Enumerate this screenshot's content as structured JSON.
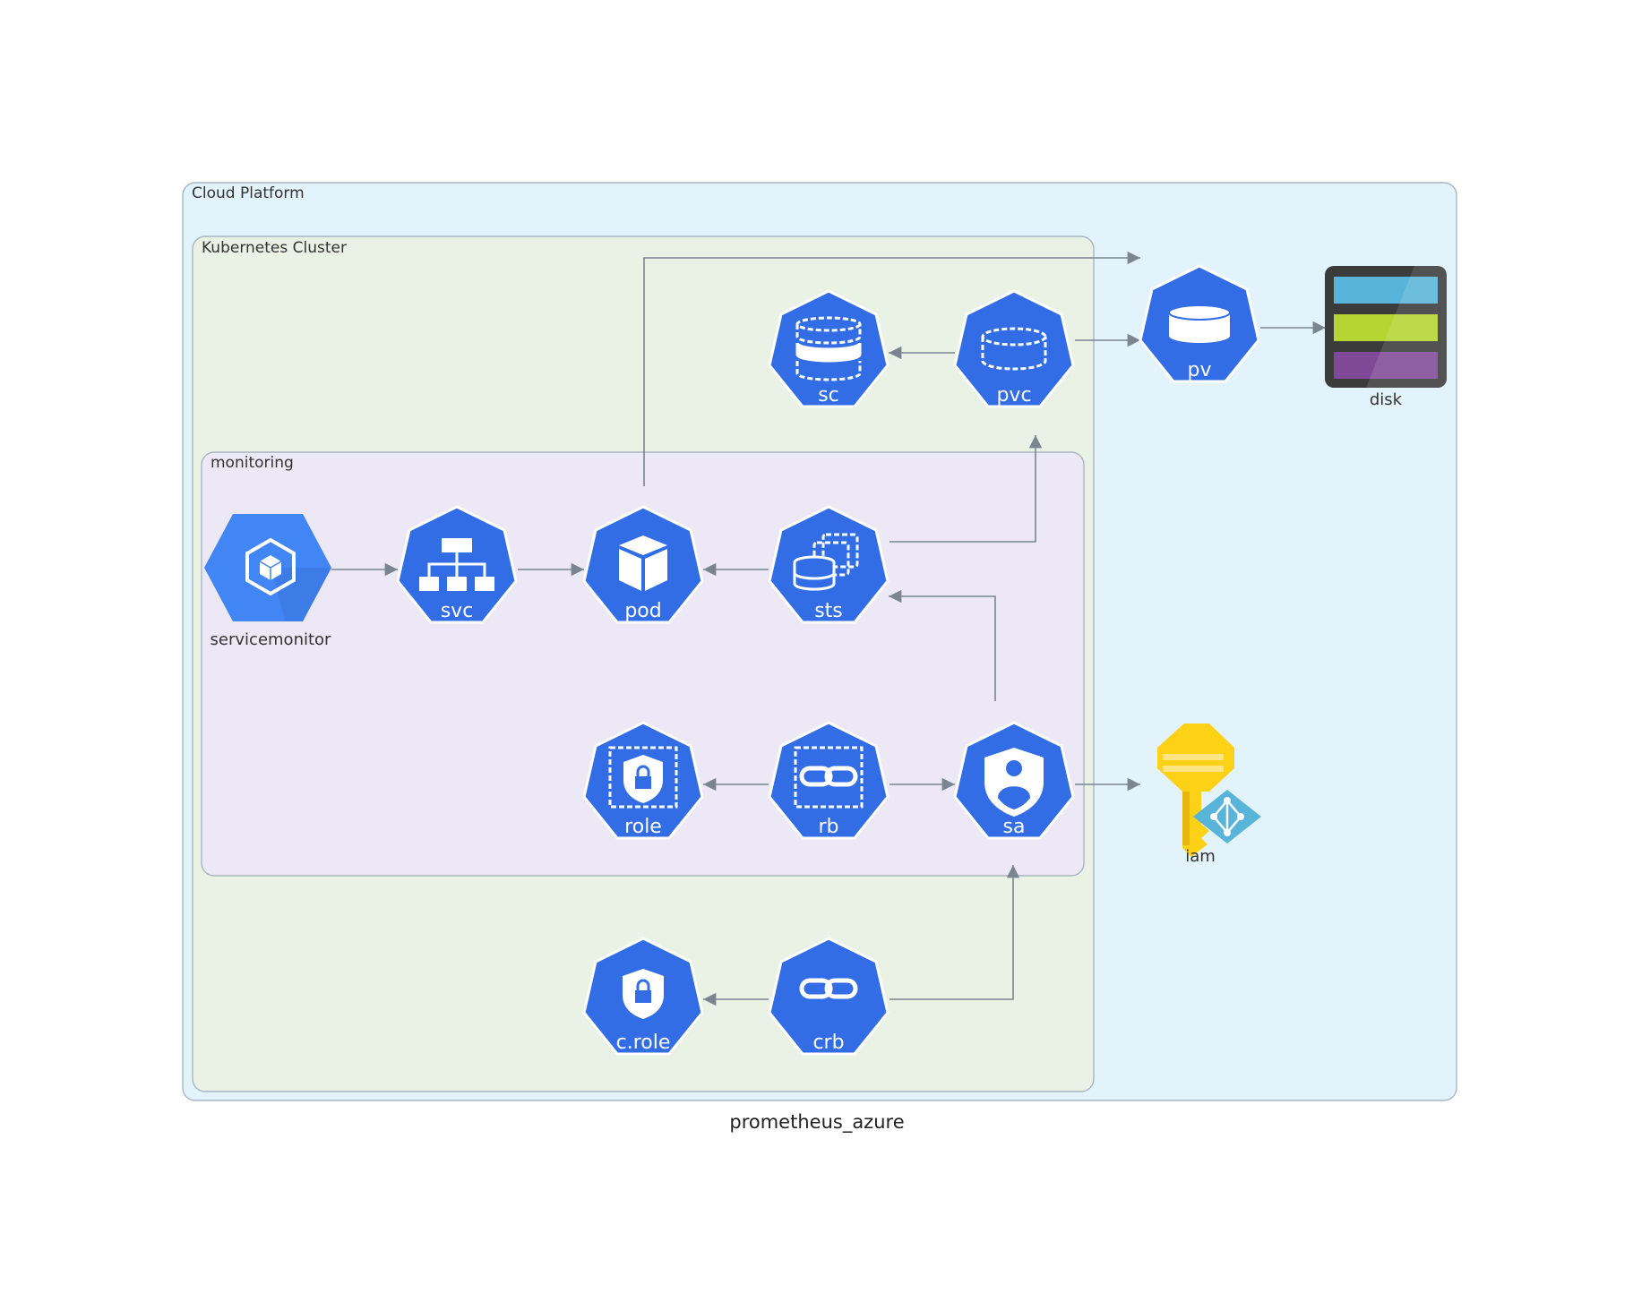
{
  "title": "prometheus_azure",
  "clusters": {
    "cloud": "Cloud Platform",
    "k8s": "Kubernetes Cluster",
    "monitoring": "monitoring"
  },
  "nodes": {
    "servicemonitor": "servicemonitor",
    "svc": "svc",
    "pod": "pod",
    "sts": "sts",
    "sc": "sc",
    "pvc": "pvc",
    "pv": "pv",
    "disk": "disk",
    "role": "role",
    "rb": "rb",
    "sa": "sa",
    "iam": "iam",
    "crole": "c.role",
    "crb": "crb"
  },
  "colors": {
    "k8s_blue": "#326de6",
    "gcp_blue": "#4285f4",
    "cloud_bg": "#e3f3fb",
    "k8s_bg": "#eaf2e6",
    "monitoring_bg": "#ece8f5",
    "edge": "#7a8590"
  },
  "edges": [
    {
      "from": "servicemonitor",
      "to": "svc"
    },
    {
      "from": "svc",
      "to": "pod"
    },
    {
      "from": "sts",
      "to": "pod"
    },
    {
      "from": "pvc",
      "to": "sc"
    },
    {
      "from": "pvc",
      "to": "pv"
    },
    {
      "from": "pv",
      "to": "disk"
    },
    {
      "from": "pod",
      "to": "pv"
    },
    {
      "from": "sts",
      "to": "pvc"
    },
    {
      "from": "sa",
      "to": "sts"
    },
    {
      "from": "rb",
      "to": "role"
    },
    {
      "from": "rb",
      "to": "sa"
    },
    {
      "from": "sa",
      "to": "iam"
    },
    {
      "from": "crb",
      "to": "crole"
    },
    {
      "from": "crb",
      "to": "sa"
    }
  ]
}
